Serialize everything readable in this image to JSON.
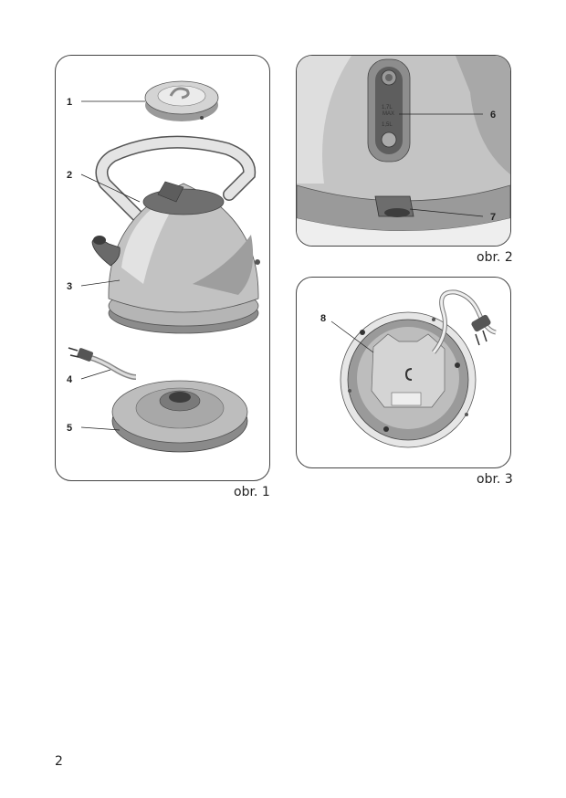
{
  "figures": [
    {
      "caption": "obr. 1",
      "callouts": [
        "1",
        "2",
        "3",
        "4",
        "5"
      ]
    },
    {
      "caption": "obr. 2",
      "callouts": [
        "6",
        "7"
      ],
      "scale_marks": [
        "1,7L",
        "MAX",
        "1,5L"
      ]
    },
    {
      "caption": "obr. 3",
      "callouts": [
        "8"
      ]
    }
  ],
  "page_number": "2"
}
